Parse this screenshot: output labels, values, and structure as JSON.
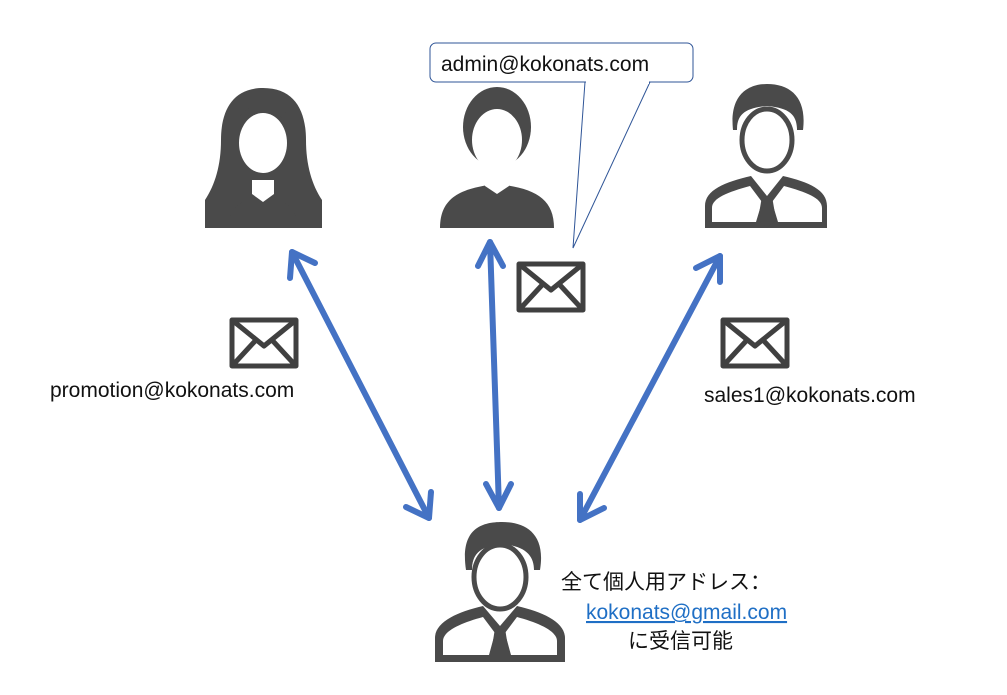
{
  "callout": {
    "text": "admin@kokonats.com"
  },
  "labels": {
    "left": "promotion@kokonats.com",
    "right": "sales1@kokonats.com"
  },
  "receiver": {
    "line1": "全て個人用アドレス：",
    "email": "kokonats@gmail.com",
    "line3": "に受信可能"
  },
  "colors": {
    "arrow": "#4472C4",
    "icon": "#4A4A4A",
    "link": "#1F6FC5"
  }
}
